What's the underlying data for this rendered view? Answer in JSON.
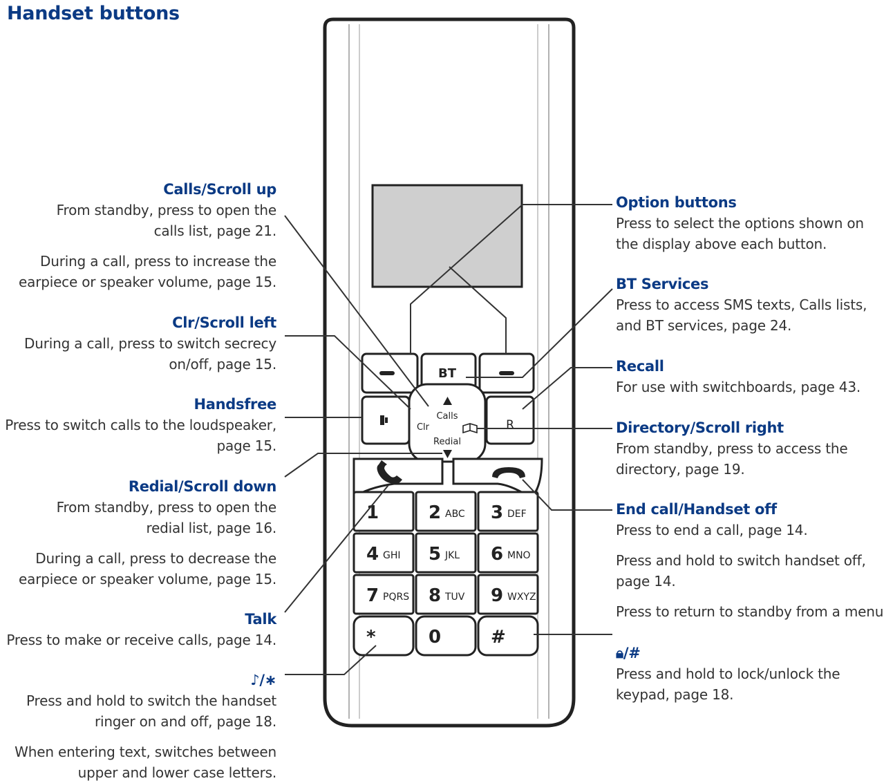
{
  "page": {
    "title": "Handset buttons"
  },
  "keypad": {
    "bt_logo": "BT",
    "calls": "Calls",
    "redial": "Redial",
    "clr": "Clr",
    "recall": "R",
    "keys": [
      {
        "num": "1",
        "letters": ""
      },
      {
        "num": "2",
        "letters": "ABC"
      },
      {
        "num": "3",
        "letters": "DEF"
      },
      {
        "num": "4",
        "letters": "GHI"
      },
      {
        "num": "5",
        "letters": "JKL"
      },
      {
        "num": "6",
        "letters": "MNO"
      },
      {
        "num": "7",
        "letters": "PQRS"
      },
      {
        "num": "8",
        "letters": "TUV"
      },
      {
        "num": "9",
        "letters": "WXYZ"
      },
      {
        "num": "*",
        "letters": ""
      },
      {
        "num": "0",
        "letters": ""
      },
      {
        "num": "#",
        "letters": ""
      }
    ]
  },
  "left": {
    "calls_scroll_up": {
      "title": "Calls/Scroll up",
      "lines": [
        "From standby, press to open the",
        "calls list, page 21."
      ],
      "lines2": [
        "During a call, press to increase the",
        "earpiece or speaker volume, page 15."
      ]
    },
    "clr_scroll_left": {
      "title": "Clr/Scroll left",
      "lines": [
        "During a call, press to switch secrecy",
        "on/off, page 15."
      ]
    },
    "handsfree": {
      "title": "Handsfree",
      "lines": [
        "Press to switch calls to the loudspeaker,",
        "page 15."
      ]
    },
    "redial_scroll_down": {
      "title": "Redial/Scroll down",
      "lines": [
        "From standby, press to open the",
        "redial list, page 16."
      ],
      "lines2": [
        "During a call, press to decrease the",
        "earpiece or speaker volume, page 15."
      ]
    },
    "talk": {
      "title": "Talk",
      "lines": [
        "Press to make or receive calls, page 14."
      ]
    },
    "ringer": {
      "title": "/∗",
      "lines": [
        "Press and hold to switch the handset",
        "ringer on and off, page 18."
      ],
      "lines2": [
        "When entering text, switches between",
        "upper and lower case letters."
      ]
    }
  },
  "right": {
    "option_buttons": {
      "title": "Option buttons",
      "lines": [
        "Press to select the options shown on",
        "the display above each button."
      ]
    },
    "bt_services": {
      "title": "BT Services",
      "lines": [
        "Press to access SMS texts, Calls lists,",
        "and BT services, page 24."
      ]
    },
    "recall": {
      "title": "Recall",
      "lines": [
        "For use with switchboards, page 43."
      ]
    },
    "directory": {
      "title": "Directory/Scroll right",
      "lines": [
        "From standby, press to access the",
        "directory, page 19."
      ]
    },
    "end_call": {
      "title": "End call/Handset off",
      "lines": [
        "Press to end a call, page 14."
      ],
      "lines2": [
        "Press and hold to switch handset off,",
        "page 14."
      ],
      "lines3": [
        "Press to return to standby from a menu."
      ]
    },
    "lock": {
      "title": "/#",
      "lines": [
        "Press and hold to lock/unlock the",
        "keypad, page 18."
      ]
    }
  }
}
